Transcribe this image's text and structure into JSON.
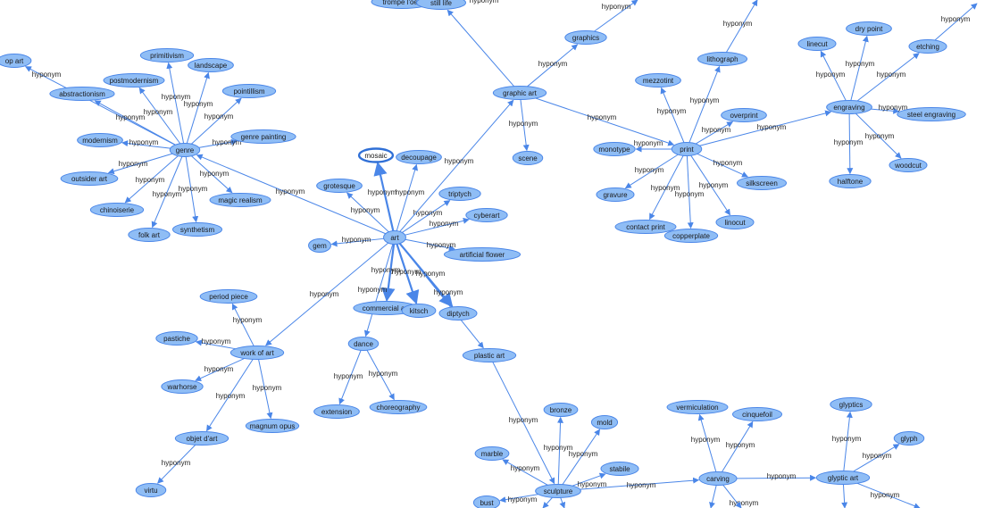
{
  "graph": {
    "edge_label": "hyponym",
    "colors": {
      "node_fill": "#8fbdf5",
      "node_stroke": "#4a86e8",
      "edge": "#4a86e8",
      "selected_fill": "#ffffff"
    },
    "selected_node": "mosaic",
    "nodes": [
      {
        "id": "trompe",
        "label": "trompe l'oeil"
      },
      {
        "id": "stilllife",
        "label": "still life"
      },
      {
        "id": "opart",
        "label": "op art"
      },
      {
        "id": "abstractionism",
        "label": "abstractionism"
      },
      {
        "id": "primitivism",
        "label": "primitivism"
      },
      {
        "id": "landscape",
        "label": "landscape"
      },
      {
        "id": "postmodernism",
        "label": "postmodernism"
      },
      {
        "id": "pointillism",
        "label": "pointillism"
      },
      {
        "id": "modernism",
        "label": "modernism"
      },
      {
        "id": "genre",
        "label": "genre"
      },
      {
        "id": "genrepainting",
        "label": "genre painting"
      },
      {
        "id": "outsiderart",
        "label": "outsider art"
      },
      {
        "id": "chinoiserie",
        "label": "chinoiserie"
      },
      {
        "id": "magicrealism",
        "label": "magic realism"
      },
      {
        "id": "folkart",
        "label": "folk art"
      },
      {
        "id": "synthetism",
        "label": "synthetism"
      },
      {
        "id": "mosaic",
        "label": "mosaic"
      },
      {
        "id": "decoupage",
        "label": "decoupage"
      },
      {
        "id": "grotesque",
        "label": "grotesque"
      },
      {
        "id": "triptych",
        "label": "triptych"
      },
      {
        "id": "cyberart",
        "label": "cyberart"
      },
      {
        "id": "gem",
        "label": "gem"
      },
      {
        "id": "art",
        "label": "art"
      },
      {
        "id": "artificialflower",
        "label": "artificial flower"
      },
      {
        "id": "graphics",
        "label": "graphics"
      },
      {
        "id": "graphicart",
        "label": "graphic art"
      },
      {
        "id": "scene",
        "label": "scene"
      },
      {
        "id": "periodpiece",
        "label": "period piece"
      },
      {
        "id": "pastiche",
        "label": "pastiche"
      },
      {
        "id": "workofart",
        "label": "work of art"
      },
      {
        "id": "warhorse",
        "label": "warhorse"
      },
      {
        "id": "commercialart",
        "label": "commercial art"
      },
      {
        "id": "kitsch",
        "label": "kitsch"
      },
      {
        "id": "diptych",
        "label": "diptych"
      },
      {
        "id": "dance",
        "label": "dance"
      },
      {
        "id": "plasticart",
        "label": "plastic art"
      },
      {
        "id": "extension",
        "label": "extension"
      },
      {
        "id": "choreography",
        "label": "choreography"
      },
      {
        "id": "objetdart",
        "label": "objet d'art"
      },
      {
        "id": "magnumopus",
        "label": "magnum opus"
      },
      {
        "id": "virtu",
        "label": "virtu"
      },
      {
        "id": "lithograph",
        "label": "lithograph"
      },
      {
        "id": "mezzotint",
        "label": "mezzotint"
      },
      {
        "id": "overprint",
        "label": "overprint"
      },
      {
        "id": "monotype",
        "label": "monotype"
      },
      {
        "id": "print",
        "label": "print"
      },
      {
        "id": "gravure",
        "label": "gravure"
      },
      {
        "id": "silkscreen",
        "label": "silkscreen"
      },
      {
        "id": "contactprint",
        "label": "contact print"
      },
      {
        "id": "copperplate",
        "label": "copperplate"
      },
      {
        "id": "linocut",
        "label": "linocut"
      },
      {
        "id": "linecut",
        "label": "linecut"
      },
      {
        "id": "drypoint",
        "label": "dry point"
      },
      {
        "id": "etching",
        "label": "etching"
      },
      {
        "id": "engraving",
        "label": "engraving"
      },
      {
        "id": "steelengraving",
        "label": "steel engraving"
      },
      {
        "id": "woodcut",
        "label": "woodcut"
      },
      {
        "id": "halftone",
        "label": "halftone"
      },
      {
        "id": "bronze",
        "label": "bronze"
      },
      {
        "id": "mold",
        "label": "mold"
      },
      {
        "id": "marble",
        "label": "marble"
      },
      {
        "id": "stabile",
        "label": "stabile"
      },
      {
        "id": "sculpture",
        "label": "sculpture"
      },
      {
        "id": "bust",
        "label": "bust"
      },
      {
        "id": "vermiculation",
        "label": "vermiculation"
      },
      {
        "id": "cinquefoil",
        "label": "cinquefoil"
      },
      {
        "id": "carving",
        "label": "carving"
      },
      {
        "id": "glyptics",
        "label": "glyptics"
      },
      {
        "id": "glyph",
        "label": "glyph"
      },
      {
        "id": "glypticart",
        "label": "glyptic art"
      }
    ],
    "edges": [
      [
        "genre",
        "opart"
      ],
      [
        "genre",
        "abstractionism"
      ],
      [
        "genre",
        "primitivism"
      ],
      [
        "genre",
        "landscape"
      ],
      [
        "genre",
        "postmodernism"
      ],
      [
        "genre",
        "pointillism"
      ],
      [
        "genre",
        "modernism"
      ],
      [
        "genre",
        "genrepainting"
      ],
      [
        "genre",
        "outsiderart"
      ],
      [
        "genre",
        "chinoiserie"
      ],
      [
        "genre",
        "magicrealism"
      ],
      [
        "genre",
        "folkart"
      ],
      [
        "genre",
        "synthetism"
      ],
      [
        "art",
        "genre"
      ],
      [
        "art",
        "mosaic"
      ],
      [
        "art",
        "decoupage"
      ],
      [
        "art",
        "grotesque"
      ],
      [
        "art",
        "triptych"
      ],
      [
        "art",
        "cyberart"
      ],
      [
        "art",
        "gem"
      ],
      [
        "art",
        "artificialflower"
      ],
      [
        "art",
        "graphicart"
      ],
      [
        "art",
        "workofart"
      ],
      [
        "art",
        "commercialart"
      ],
      [
        "art",
        "kitsch"
      ],
      [
        "art",
        "diptych"
      ],
      [
        "art",
        "dance"
      ],
      [
        "art",
        "plasticart"
      ],
      [
        "graphicart",
        "graphics"
      ],
      [
        "graphicart",
        "scene"
      ],
      [
        "graphicart",
        "print"
      ],
      [
        "graphicart",
        "stilllife"
      ],
      [
        "workofart",
        "periodpiece"
      ],
      [
        "workofart",
        "pastiche"
      ],
      [
        "workofart",
        "warhorse"
      ],
      [
        "workofart",
        "objetdart"
      ],
      [
        "workofart",
        "magnumopus"
      ],
      [
        "objetdart",
        "virtu"
      ],
      [
        "dance",
        "extension"
      ],
      [
        "dance",
        "choreography"
      ],
      [
        "print",
        "lithograph"
      ],
      [
        "print",
        "mezzotint"
      ],
      [
        "print",
        "overprint"
      ],
      [
        "print",
        "monotype"
      ],
      [
        "print",
        "gravure"
      ],
      [
        "print",
        "silkscreen"
      ],
      [
        "print",
        "contactprint"
      ],
      [
        "print",
        "copperplate"
      ],
      [
        "print",
        "linocut"
      ],
      [
        "print",
        "engraving"
      ],
      [
        "engraving",
        "linecut"
      ],
      [
        "engraving",
        "drypoint"
      ],
      [
        "engraving",
        "etching"
      ],
      [
        "engraving",
        "steelengraving"
      ],
      [
        "engraving",
        "woodcut"
      ],
      [
        "engraving",
        "halftone"
      ],
      [
        "plasticart",
        "sculpture"
      ],
      [
        "sculpture",
        "bronze"
      ],
      [
        "sculpture",
        "mold"
      ],
      [
        "sculpture",
        "marble"
      ],
      [
        "sculpture",
        "stabile"
      ],
      [
        "sculpture",
        "bust"
      ],
      [
        "sculpture",
        "carving"
      ],
      [
        "carving",
        "vermiculation"
      ],
      [
        "carving",
        "cinquefoil"
      ],
      [
        "carving",
        "glypticart"
      ],
      [
        "glypticart",
        "glyptics"
      ],
      [
        "glypticart",
        "glyph"
      ]
    ]
  }
}
